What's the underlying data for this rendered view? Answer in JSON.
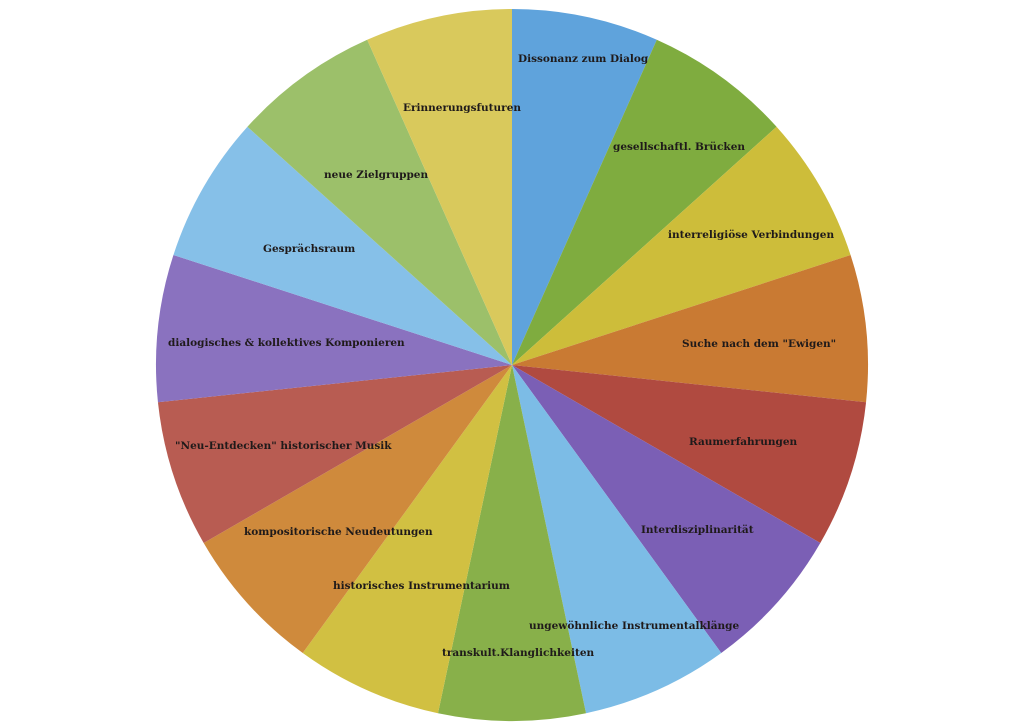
{
  "chart_data": {
    "type": "pie",
    "title": "",
    "start": "top",
    "direction": "clockwise",
    "slices": [
      {
        "label": "Dissonanz zum Dialog",
        "value": 1,
        "color": "#5fa3dc"
      },
      {
        "label": "gesellschaftl. Brücken",
        "value": 1,
        "color": "#7fac3f"
      },
      {
        "label": "interreligiöse Verbindungen",
        "value": 1,
        "color": "#cdbd3a"
      },
      {
        "label": "Suche nach dem \"Ewigen\"",
        "value": 1,
        "color": "#c97a33"
      },
      {
        "label": "Raumerfahrungen",
        "value": 1,
        "color": "#b04a40"
      },
      {
        "label": "Interdisziplinarität",
        "value": 1,
        "color": "#7b5fb5"
      },
      {
        "label": "ungewöhnliche Instrumentalklänge",
        "value": 1,
        "color": "#7cbce6"
      },
      {
        "label": "transkult.Klanglichkeiten",
        "value": 1,
        "color": "#88b04a"
      },
      {
        "label": "historisches Instrumentarium",
        "value": 1,
        "color": "#d1c042"
      },
      {
        "label": "kompositorische Neudeutungen",
        "value": 1,
        "color": "#cf8a3c"
      },
      {
        "label": "\"Neu-Entdecken\" historischer Musik",
        "value": 1,
        "color": "#b85c52"
      },
      {
        "label": "dialogisches & kollektives Komponieren",
        "value": 1,
        "color": "#8a72bf"
      },
      {
        "label": "Gesprächsraum",
        "value": 1,
        "color": "#86c0e8"
      },
      {
        "label": "neue Zielgruppen",
        "value": 1,
        "color": "#9cc06a"
      },
      {
        "label": "Erinnerungsfuturen",
        "value": 1,
        "color": "#d9c95c"
      }
    ]
  }
}
